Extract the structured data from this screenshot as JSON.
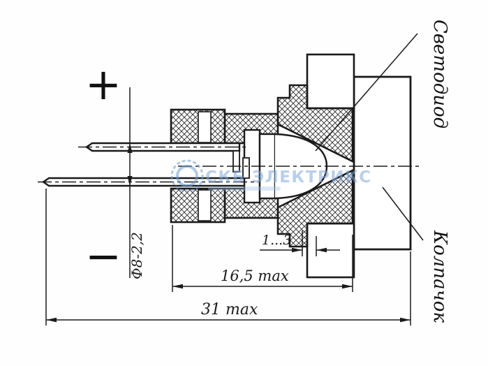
{
  "drawing": {
    "polarity": {
      "plus": "+",
      "minus": "−"
    },
    "dimensions": {
      "lead_diameter": "Ф8-2,2",
      "panel_thickness": "1...3",
      "housing_length": "16,5 max",
      "overall_length": "31 max"
    },
    "labels": {
      "led": "Светодиод",
      "cap": "Колпачок"
    },
    "watermark": {
      "text": "СКБ ЭЛЕКТРИКС"
    },
    "colors": {
      "line": "#1a1a1a",
      "watermark_text": "#7fa8d9",
      "watermark_logo": "#6f9ed6"
    }
  }
}
